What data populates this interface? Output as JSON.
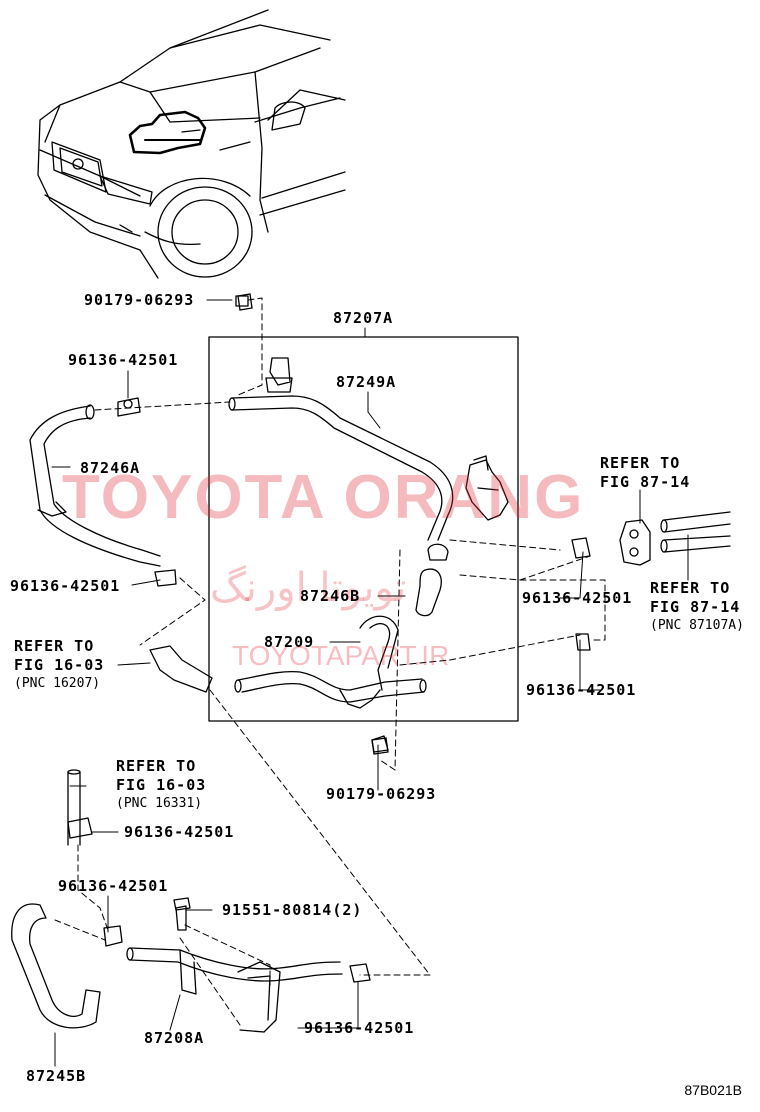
{
  "watermark": {
    "brand": "TOYOTA ORANG",
    "persian": "تویوتا اورنگ",
    "url": "TOYOTAPART.IR"
  },
  "labels": {
    "p90179_top": "90179-06293",
    "p87207A": "87207A",
    "p96136_a": "96136-42501",
    "p87249A": "87249A",
    "p87246A": "87246A",
    "p96136_b": "96136-42501",
    "p87246B": "87246B",
    "p87209": "87209",
    "p96136_c": "96136-42501",
    "p96136_d": "96136-42501",
    "p90179_bot": "90179-06293",
    "p96136_e": "96136-42501",
    "p96136_f": "96136-42501",
    "p91551": "91551-80814(2)",
    "p96136_g": "96136-42501",
    "p87208A": "87208A",
    "p87245B": "87245B"
  },
  "refs": {
    "r1_title": "REFER TO",
    "r1_fig": "FIG 87-14",
    "r2_title": "REFER TO",
    "r2_fig": "FIG 87-14",
    "r2_pnc": "(PNC 87107A)",
    "r3_title": "REFER TO",
    "r3_fig": "FIG 16-03",
    "r3_pnc": "(PNC 16207)",
    "r4_title": "REFER TO",
    "r4_fig": "FIG 16-03",
    "r4_pnc": "(PNC 16331)"
  },
  "figure_code": "87B021B"
}
